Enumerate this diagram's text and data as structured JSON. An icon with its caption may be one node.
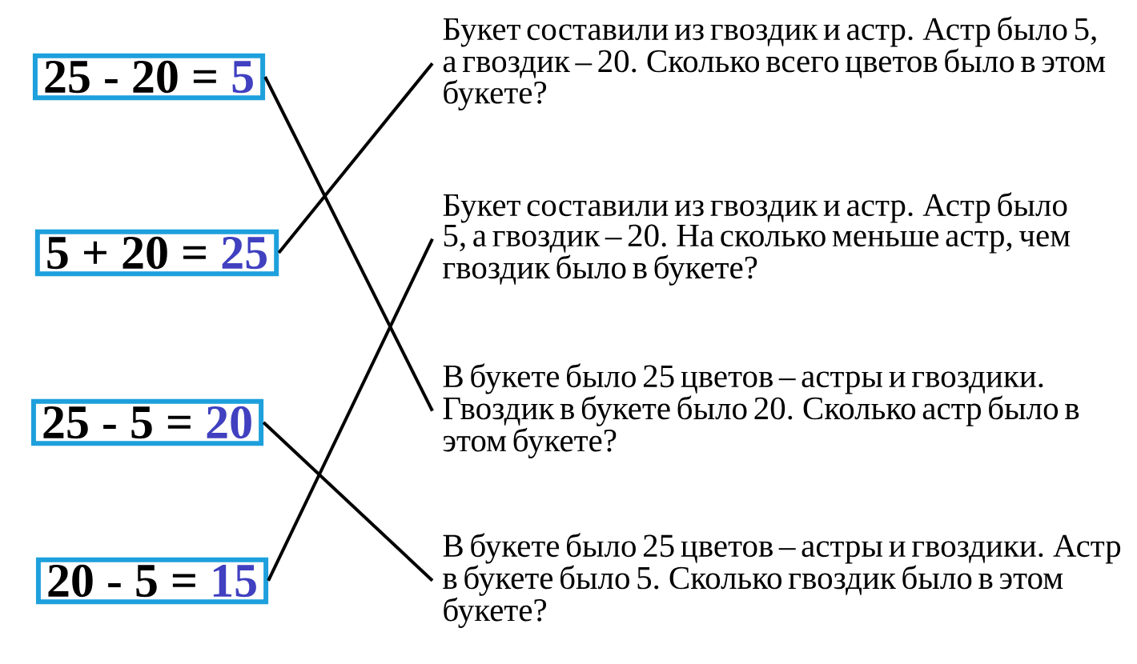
{
  "diagram": {
    "nodes": [
      {
        "text": [
          "25 - 20 =",
          "5"
        ]
      },
      {
        "text": [
          "5 + 20 =",
          "25"
        ]
      },
      {
        "text": [
          "25 - 5 =",
          "20"
        ]
      },
      {
        "text": [
          "20 - 5 =",
          "15"
        ]
      },
      {
        "text": [
          "Букет составили из гвоздик и астр. Астр было 5, а гвоздик – 20. Сколько всего цветов было в этом букете?"
        ]
      },
      {
        "text": [
          "Букет составили из гвоздик и астр. Астр было 5, а гвоздик – 20. На сколько меньше астр, чем гвоздик было в букете?"
        ]
      },
      {
        "text": [
          "В букете было 25 цветов – астры и гвоздики. Гвоздик в букете было 20. Сколько астр было в этом букете?"
        ]
      },
      {
        "text": [
          "В букете было 25 цветов – астры и гвоздики. Астр в букете было 5. Сколько гвоздик было в этом букете?"
        ]
      }
    ],
    "edges": [
      {
        "from": 0,
        "to": 6,
        "arrow": "none"
      },
      {
        "from": 1,
        "to": 4,
        "arrow": "none"
      },
      {
        "from": 2,
        "to": 7,
        "arrow": "none"
      },
      {
        "from": 3,
        "to": 5,
        "arrow": "none"
      }
    ]
  }
}
